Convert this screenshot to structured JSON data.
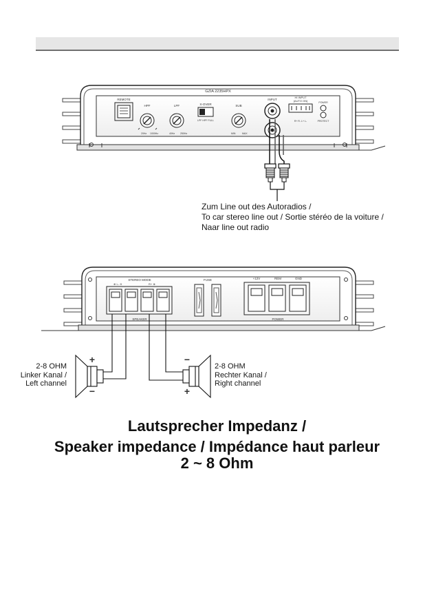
{
  "amp_top": {
    "model": "GZIA 2235HPX",
    "remote": "REMOTE",
    "hpf": "HPF",
    "lpf": "LPF",
    "xover": "X-OVER",
    "xover_options": "LPF  HPF  FULL",
    "sub": "SUB",
    "input": "INPUT",
    "hi_input": "HI INPUT",
    "auto_on": "(AUTO ON)",
    "hi_input_pins": "R+ R- L+ L-",
    "power_led": "POWER",
    "protect_led": "PROTECT"
  },
  "line_out": {
    "line1": "Zum Line out des Autoradios /",
    "line2": "To car stereo line out / Sortie stéréo de la voiture /",
    "line3": "Naar line out radio"
  },
  "amp_bottom": {
    "stereo_mode": "STEREO MODE",
    "speaker": "SPEAKER",
    "fuse": "FUSE",
    "plus12v": "+12V",
    "rem": "REM",
    "gnd": "GND",
    "power": "POWER"
  },
  "left_speaker": {
    "ohm": "2-8 OHM",
    "line2": "Linker Kanal /",
    "line3": "Left channel",
    "plus": "+",
    "minus": "−"
  },
  "right_speaker": {
    "ohm": "2-8 OHM",
    "line2": "Rechter Kanal /",
    "line3": "Right channel",
    "plus": "+",
    "minus": "−"
  },
  "impedance": {
    "line1": "Lautsprecher Impedanz /",
    "line2": "Speaker impedance / Impédance haut parleur",
    "line3": "2 ~ 8 Ohm"
  }
}
